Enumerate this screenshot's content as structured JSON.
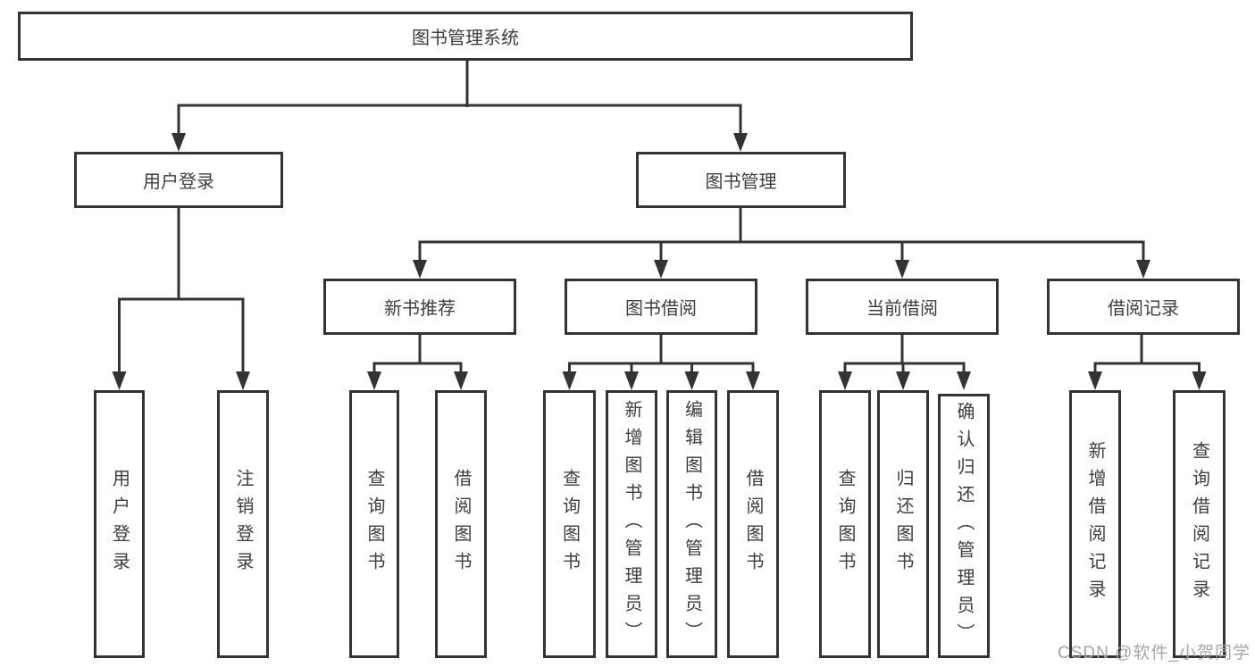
{
  "diagram_type": "hierarchy-tree",
  "colors": {
    "line": "#333333",
    "box_border": "#333333",
    "box_fill": "#ffffff",
    "text": "#3d3d3d",
    "watermark": "#a6a6a6",
    "background": "#ffffff"
  },
  "watermark": {
    "text": "CSDN @软件_小贺同学"
  },
  "tree": {
    "root": {
      "label": "图书管理系统",
      "children": [
        {
          "label": "用户登录",
          "children": [
            {
              "label": "用户登录"
            },
            {
              "label": "注销登录"
            }
          ]
        },
        {
          "label": "图书管理",
          "children": [
            {
              "label": "新书推荐",
              "children": [
                {
                  "label": "查询图书"
                },
                {
                  "label": "借阅图书"
                }
              ]
            },
            {
              "label": "图书借阅",
              "children": [
                {
                  "label": "查询图书"
                },
                {
                  "label": "新增图书（管理员）"
                },
                {
                  "label": "编辑图书（管理员）"
                },
                {
                  "label": "借阅图书"
                }
              ]
            },
            {
              "label": "当前借阅",
              "children": [
                {
                  "label": "查询图书"
                },
                {
                  "label": "归还图书"
                },
                {
                  "label": "确认归还（管理员）"
                }
              ]
            },
            {
              "label": "借阅记录",
              "children": [
                {
                  "label": "新增借阅记录"
                },
                {
                  "label": "查询借阅记录"
                }
              ]
            }
          ]
        }
      ]
    }
  }
}
